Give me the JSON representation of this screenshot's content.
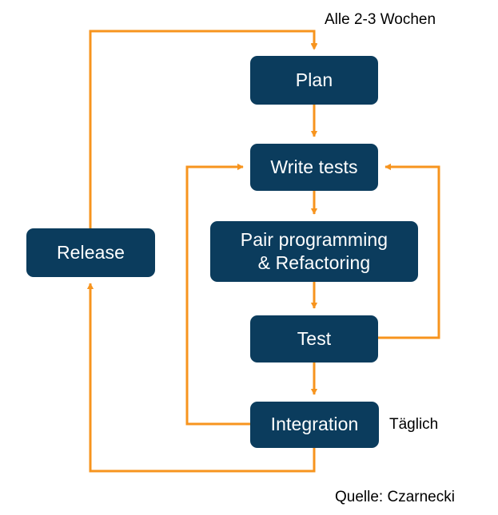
{
  "diagram": {
    "title_text": "",
    "colors": {
      "node_fill": "#0B3C5D",
      "node_text": "#FFFFFF",
      "connector": "#F7941E",
      "background": "#FFFFFF",
      "label_text": "#000000"
    },
    "nodes": [
      {
        "id": "plan",
        "label": "Plan"
      },
      {
        "id": "write-tests",
        "label": "Write tests"
      },
      {
        "id": "pair",
        "label_line1": "Pair programming",
        "label_line2": "& Refactoring"
      },
      {
        "id": "test",
        "label": "Test"
      },
      {
        "id": "integration",
        "label": "Integration"
      },
      {
        "id": "release",
        "label": "Release"
      }
    ],
    "labels": {
      "cadence": "Alle 2-3 Wochen",
      "daily": "Täglich",
      "source": "Quelle: Czarnecki"
    },
    "connectors": [
      {
        "from": "plan",
        "to": "write-tests",
        "kind": "down-arrow"
      },
      {
        "from": "write-tests",
        "to": "pair",
        "kind": "down-arrow"
      },
      {
        "from": "pair",
        "to": "test",
        "kind": "down-arrow"
      },
      {
        "from": "test",
        "to": "integration",
        "kind": "down-arrow"
      },
      {
        "from": "test",
        "to": "write-tests",
        "kind": "right-loop-up"
      },
      {
        "from": "integration",
        "to": "write-tests",
        "kind": "left-loop-up"
      },
      {
        "from": "integration",
        "to": "release",
        "kind": "bottom-loop-left-up"
      },
      {
        "from": "release",
        "to": "plan",
        "kind": "top-loop-right-down"
      }
    ]
  }
}
